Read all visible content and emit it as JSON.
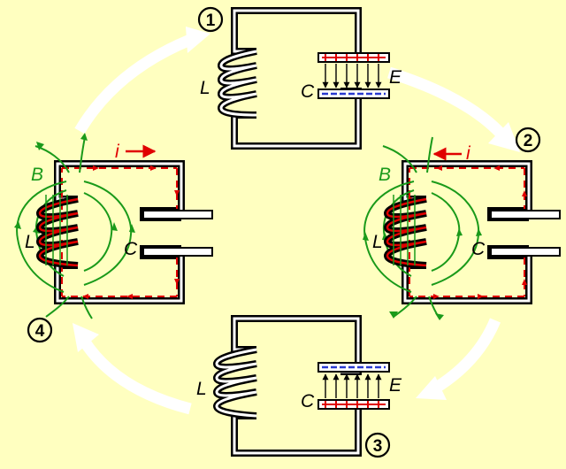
{
  "colors": {
    "background": "#ffffc0",
    "wire": "#000000",
    "field": "#1a9a1a",
    "current": "#e00000",
    "negative_charge": "#2a3ad0",
    "arrow": "#ffffff"
  },
  "stages": [
    {
      "number": "1",
      "inductor_label": "L",
      "capacitor_label": "C",
      "field_label": "E"
    },
    {
      "number": "2",
      "inductor_label": "L",
      "capacitor_label": "C",
      "field_label": "B",
      "current_label": "i"
    },
    {
      "number": "3",
      "inductor_label": "L",
      "capacitor_label": "C",
      "field_label": "E"
    },
    {
      "number": "4",
      "inductor_label": "L",
      "capacitor_label": "C",
      "field_label": "B",
      "current_label": "i"
    }
  ],
  "icons": {
    "cycle_arrow": "curved-arrow-icon",
    "inductor": "coil-icon",
    "capacitor": "capacitor-icon"
  }
}
